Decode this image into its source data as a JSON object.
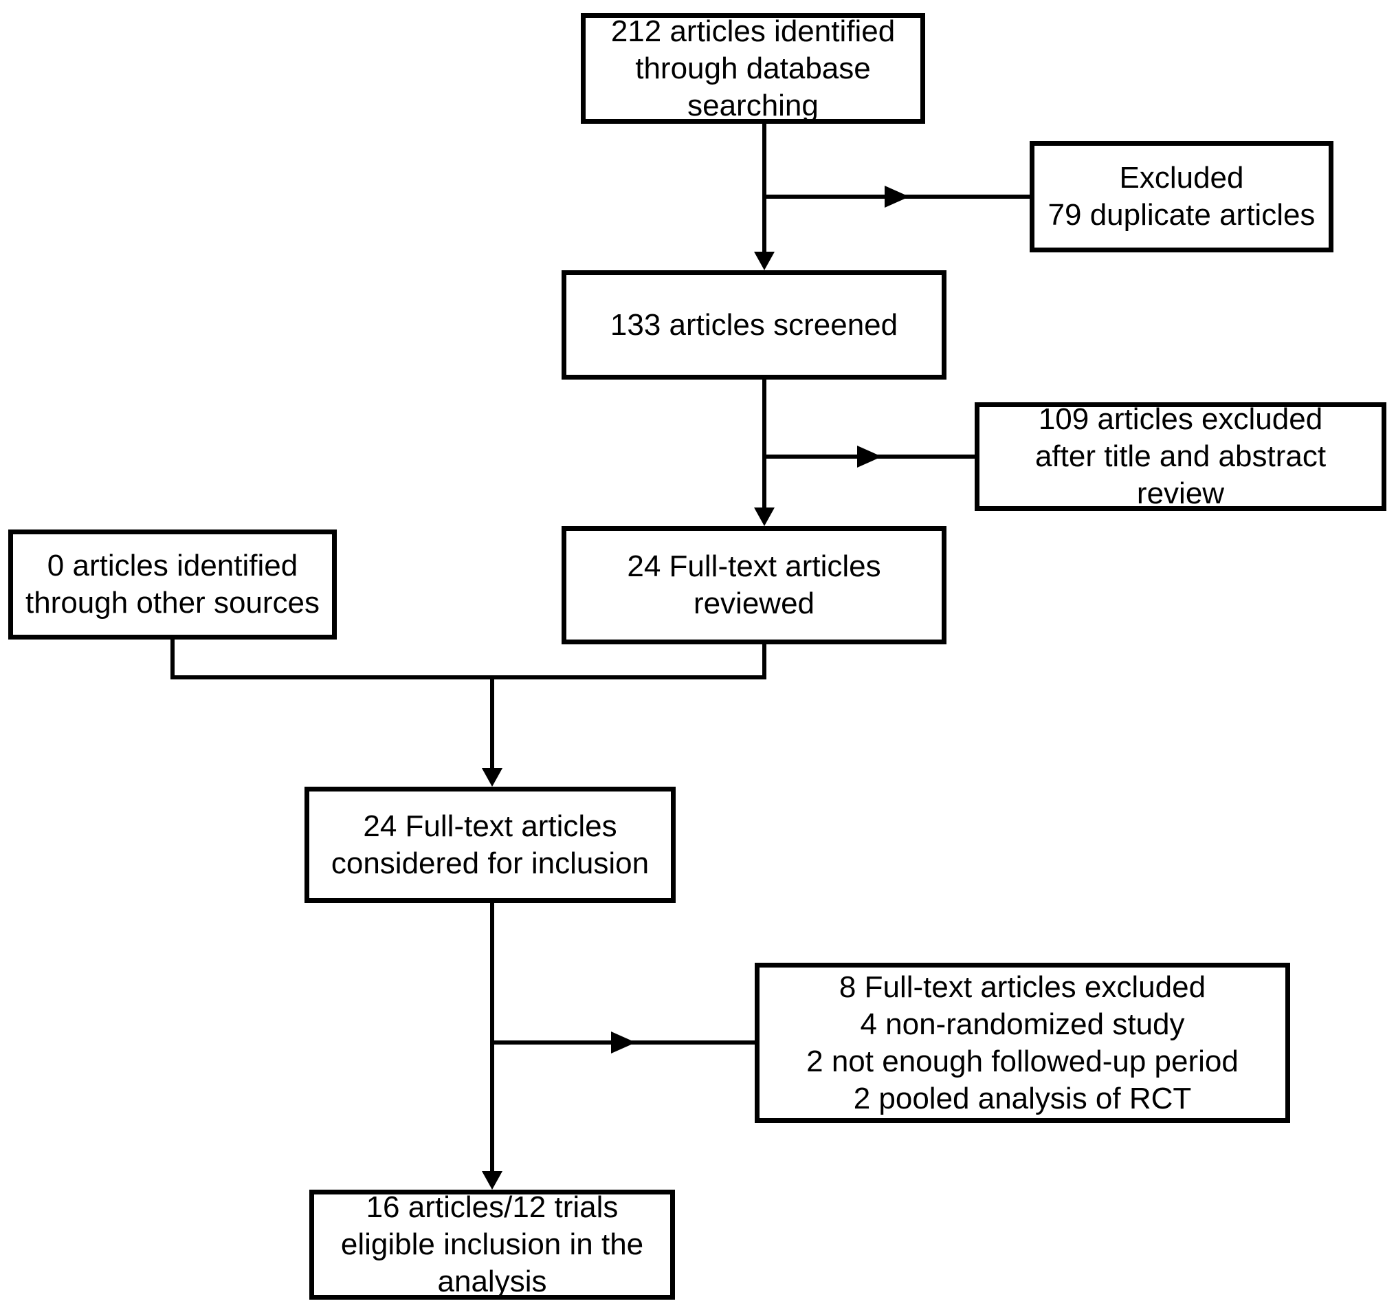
{
  "nodes": [
    {
      "id": "identified-database",
      "text": "212 articles identified\nthrough database\nsearching"
    },
    {
      "id": "excluded-duplicates",
      "text": "Excluded\n79 duplicate articles"
    },
    {
      "id": "articles-screened",
      "text": "133 articles screened"
    },
    {
      "id": "excluded-title-abstract",
      "text": "109 articles excluded\nafter title and abstract\nreview"
    },
    {
      "id": "identified-other-sources",
      "text": "0 articles identified\nthrough other sources"
    },
    {
      "id": "fulltext-reviewed",
      "text": "24 Full-text articles\nreviewed"
    },
    {
      "id": "fulltext-considered",
      "text": "24 Full-text articles\nconsidered for inclusion"
    },
    {
      "id": "fulltext-excluded",
      "text": "8 Full-text articles excluded\n4 non-randomized study\n2 not enough followed-up period\n2 pooled analysis of RCT"
    },
    {
      "id": "eligible-analysis",
      "text": "16 articles/12 trials\neligible inclusion in the\nanalysis"
    }
  ],
  "colors": {
    "line": "#000000",
    "box_border": "#000000",
    "box_fill": "#ffffff",
    "text": "#000000",
    "background": "#ffffff"
  }
}
